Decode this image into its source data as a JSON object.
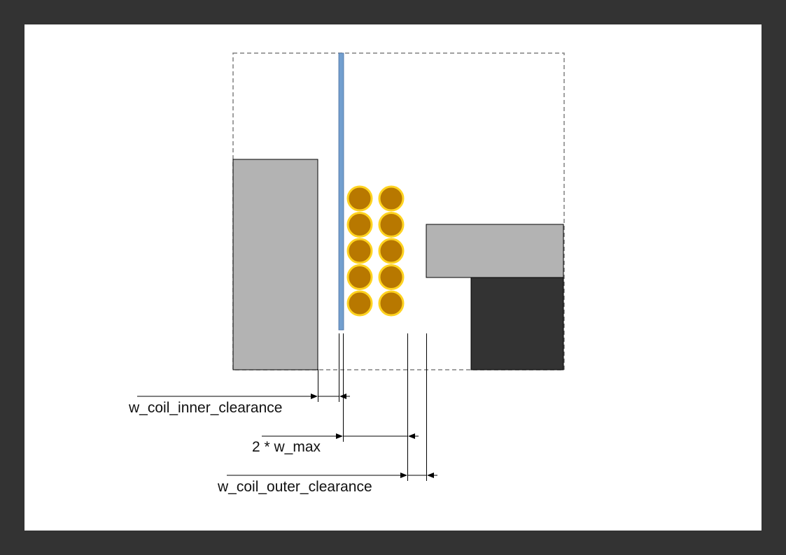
{
  "diagram": {
    "labels": {
      "inner_clearance": "w_coil_inner_clearance",
      "coil_width": "2 * w_max",
      "outer_clearance": "w_coil_outer_clearance"
    },
    "colors": {
      "frame_background": "#333333",
      "page": "#ffffff",
      "core_light": "#b3b3b3",
      "core_dark": "#333333",
      "bobbin": "#729fcf",
      "wire_fill": "#b87800",
      "wire_stroke": "#ffd320",
      "window_outline": "#808080"
    },
    "coil": {
      "columns": 2,
      "rows": 5
    }
  }
}
